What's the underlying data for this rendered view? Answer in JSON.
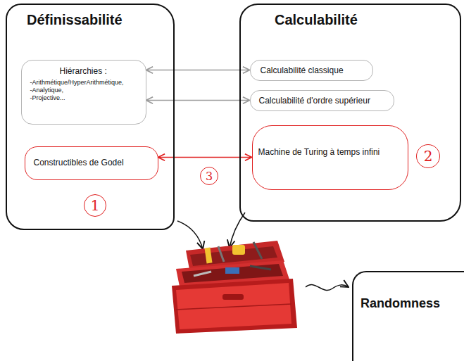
{
  "diagram": {
    "nodes": [
      {
        "text": [
          "Définissabilité"
        ]
      },
      {
        "text": [
          "Hiérarchies :",
          "-Arithmétique/HyperArithmétique,",
          "-Analytique,",
          "-Projective..."
        ],
        "in": 0
      },
      {
        "text": [
          "Constructibles de Godel"
        ],
        "in": 0
      },
      {
        "text": [
          "Calculabilité"
        ]
      },
      {
        "text": [
          "Calculabilité classique"
        ],
        "in": 3
      },
      {
        "text": [
          "Calculabilité d'ordre supérieur"
        ],
        "in": 3
      },
      {
        "text": [
          "Machine de Turing à temps infini"
        ],
        "in": 3
      },
      {
        "text": [
          "Randomness"
        ]
      }
    ],
    "edges": [
      {
        "from": 1,
        "to": 4,
        "arrow": "both"
      },
      {
        "from": 1,
        "to": 5,
        "arrow": "both"
      },
      {
        "from": 2,
        "to": 6,
        "arrow": "both"
      }
    ],
    "labels": [
      "1",
      "2",
      "3"
    ]
  }
}
